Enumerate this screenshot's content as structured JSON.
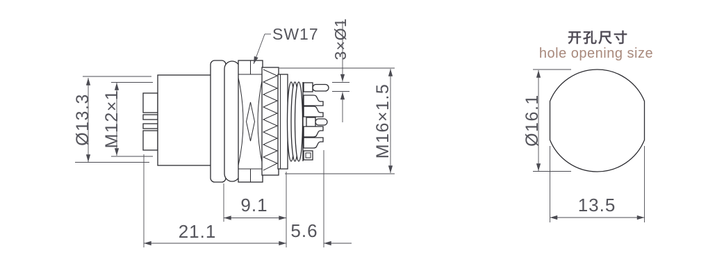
{
  "drawing": {
    "side_view": {
      "dims": {
        "body_diameter": "Ø13.3",
        "mating_thread": "M12×1",
        "hex_wrench": "SW17",
        "pins": "3×Ø1",
        "panel_thread": "M16×1.5",
        "thread_length": "9.1",
        "overall_length": "21.1",
        "rear_length": "5.6"
      }
    },
    "hole_view": {
      "title_cn": "开孔尺寸",
      "title_en": "hole opening size",
      "hole_diameter": "Ø16.1",
      "across_flats": "13.5"
    },
    "colors": {
      "outline": "#2b2b30",
      "dimension_lines": "#4b4b52",
      "dimension_text": "#55555c",
      "title_cn": "#4f4b55",
      "title_en": "#a8897c",
      "background": "#ffffff"
    }
  }
}
